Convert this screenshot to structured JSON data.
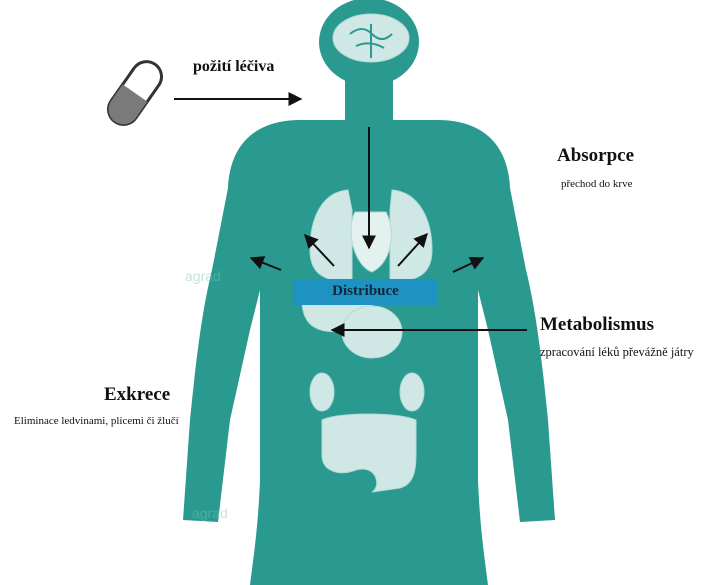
{
  "labels": {
    "ingestion": "požití léčiva",
    "absorption_title": "Absorpce",
    "absorption_sub": "přechod do krve",
    "distribution": "Distribuce",
    "metabolism_title": "Metabolismus",
    "metabolism_sub": "zpracování léků převážně játry",
    "excretion_title": "Exkrece",
    "excretion_sub": "Eliminace ledvinami, plícemi či žlučí"
  },
  "watermark": "agrad",
  "colors": {
    "body": "#2a9a91",
    "organs": "#cfe8e5",
    "distribution_band": "#1e92c2",
    "pill_dark": "#7a7a7a",
    "arrows": "#111111"
  },
  "icons": {
    "pill": "capsule-icon",
    "brain": "brain-icon"
  }
}
